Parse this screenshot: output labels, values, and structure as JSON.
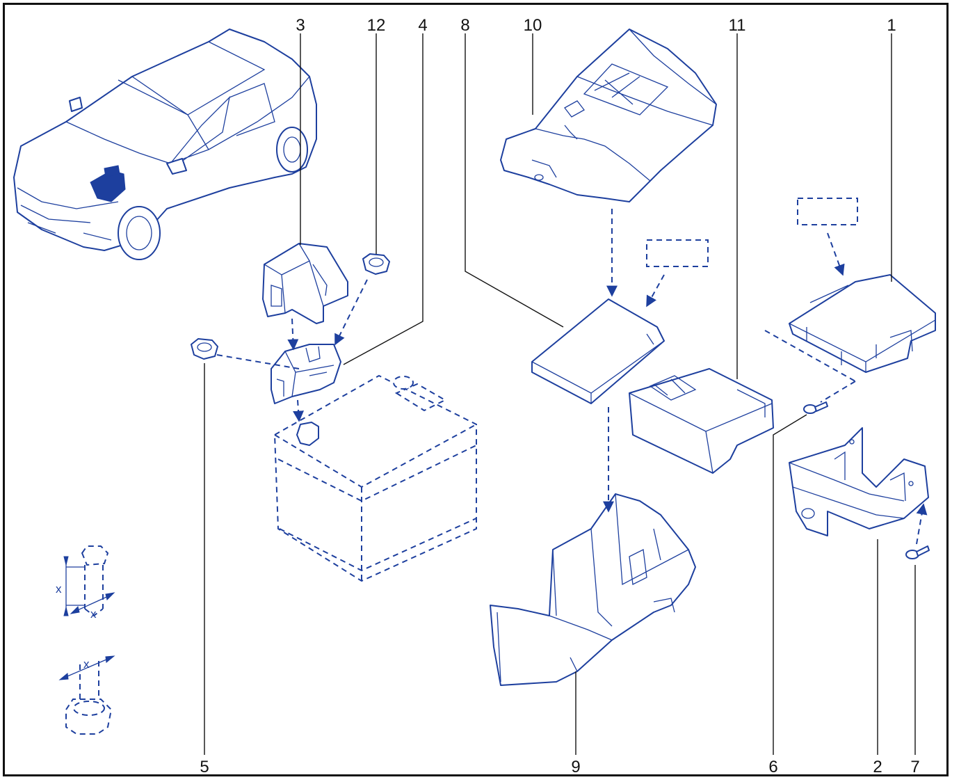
{
  "diagram": {
    "callouts": [
      "1",
      "2",
      "3",
      "4",
      "5",
      "6",
      "7",
      "8",
      "9",
      "10",
      "11",
      "12"
    ],
    "torque_symbol_label": "x",
    "colors": {
      "line": "#1d3f9e",
      "frame": "#111111",
      "background": "#ffffff"
    }
  }
}
